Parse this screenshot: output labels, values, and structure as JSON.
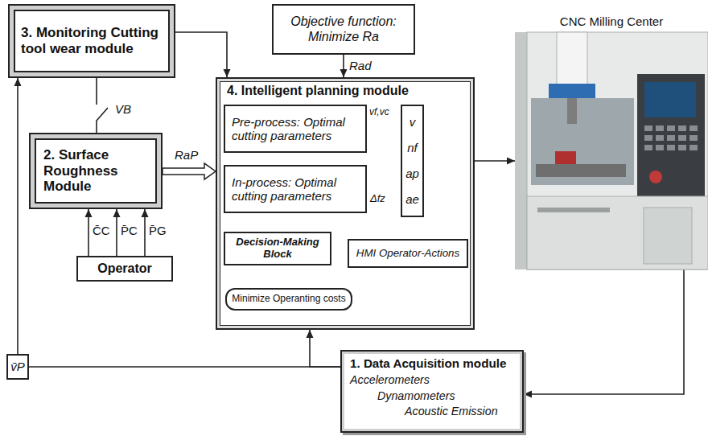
{
  "diagram": {
    "nodes": [
      {
        "text": [
          "3. Monitoring Cutting tool wear module"
        ]
      },
      {
        "text": [
          "Objective function: Minimize Ra"
        ]
      },
      {
        "text": [
          "4. Intelligent planning module"
        ]
      },
      {
        "text": [
          "Pre-process: Optimal cutting parameters"
        ],
        "in": 2
      },
      {
        "text": [
          "In-process: Optimal cutting parameters"
        ],
        "in": 2
      },
      {
        "text": [
          "v",
          "nf",
          "ap",
          "ae"
        ],
        "in": 2
      },
      {
        "text": [
          "Decision-Making Block"
        ],
        "in": 2
      },
      {
        "text": [
          "HMI Operator-Actions"
        ],
        "in": 2
      },
      {
        "text": [
          "Minimize Operanting costs"
        ],
        "in": 2
      },
      {
        "text": [
          "CNC Milling Center"
        ]
      },
      {
        "text": [
          "2. Surface Roughness Module"
        ]
      },
      {
        "text": [
          "Operator"
        ]
      },
      {
        "text": [
          "1. Data Acquisition module",
          "Accelerometers",
          "Dynamometers",
          "Acoustic Emission"
        ]
      },
      {
        "text": [
          "v̄P"
        ]
      }
    ],
    "edges": [
      {
        "from": 0,
        "to": 2,
        "arrow": "to"
      },
      {
        "from": 1,
        "to": 2,
        "label": "Rad",
        "arrow": "to"
      },
      {
        "from": 0,
        "to": 10,
        "label": "VB",
        "arrow": "none"
      },
      {
        "from": 10,
        "to": 2,
        "label": "RaP",
        "arrow": "to"
      },
      {
        "from": 11,
        "to": 10,
        "label": "C̄C",
        "arrow": "to"
      },
      {
        "from": 11,
        "to": 10,
        "label": "P̄C",
        "arrow": "to"
      },
      {
        "from": 11,
        "to": 10,
        "label": "P̄G",
        "arrow": "to"
      },
      {
        "from": 3,
        "to": 5,
        "label": "vf,vc",
        "arrow": "to"
      },
      {
        "from": 4,
        "to": 5,
        "label": "Δfz",
        "arrow": "to"
      },
      {
        "from": 5,
        "to": 9,
        "arrow": "to"
      },
      {
        "from": 9,
        "to": 12,
        "arrow": "to"
      },
      {
        "from": 6,
        "to": 7,
        "arrow": "to"
      },
      {
        "from": 8,
        "to": 6,
        "arrow": "to"
      },
      {
        "from": 12,
        "to": 13,
        "arrow": "none"
      },
      {
        "from": 13,
        "to": 0,
        "arrow": "to"
      },
      {
        "from": 12,
        "to": 2,
        "arrow": "to"
      }
    ]
  }
}
